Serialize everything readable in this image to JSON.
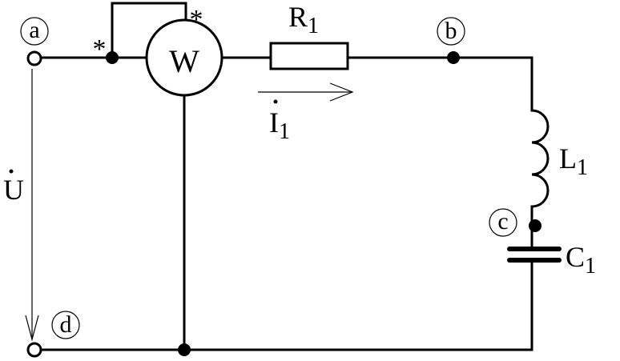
{
  "nodes": {
    "a": "a",
    "b": "b",
    "c": "c",
    "d": "d"
  },
  "meter": {
    "symbol": "W",
    "star": "*"
  },
  "components": {
    "r_main": "R",
    "r_sub": "1",
    "l_main": "L",
    "l_sub": "1",
    "c_main": "C",
    "c_sub": "1"
  },
  "current": {
    "main": "I",
    "sub": "1",
    "dot": "·"
  },
  "voltage": {
    "main": "U",
    "dot": "·"
  }
}
